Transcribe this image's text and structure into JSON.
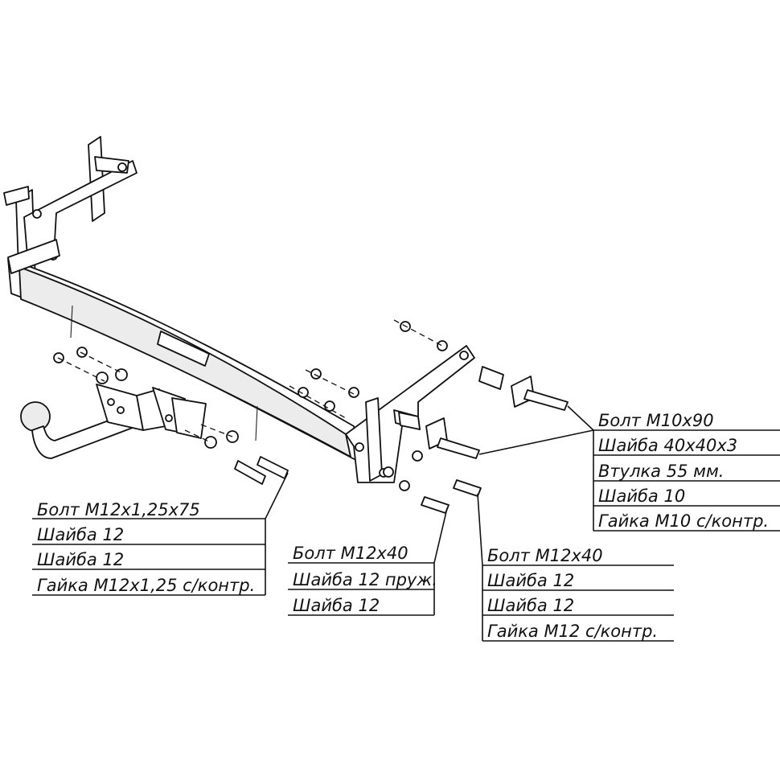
{
  "diagram": {
    "groups": [
      {
        "id": "left-bolt-set",
        "items": [
          "Болт М12х1,25х75",
          "Шайба 12",
          "Шайба 12",
          "Гайка М12х1,25 с/контр."
        ]
      },
      {
        "id": "center-bolt-set",
        "items": [
          "Болт М12х40",
          "Шайба 12 пруж.",
          "Шайба 12"
        ]
      },
      {
        "id": "right-bolt-set",
        "items": [
          "Болт М12х40",
          "Шайба 12",
          "Шайба 12",
          "Гайка М12 с/контр."
        ]
      },
      {
        "id": "top-right-bolt-set",
        "items": [
          "Болт М10х90",
          "Шайба 40х40х3",
          "Втулка 55 мм.",
          "Шайба 10",
          "Гайка М10 с/контр."
        ]
      }
    ]
  }
}
